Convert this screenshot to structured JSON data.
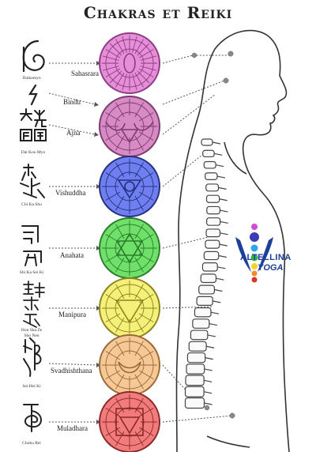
{
  "title": "Chakras et Reiki",
  "chakras": [
    {
      "name": "Sahasrara",
      "color": "#e58fd6",
      "ring": "#8e3a86"
    },
    {
      "name": "Bindu",
      "color": "#d88ac4",
      "ring": "#7c3b6f"
    },
    {
      "name": "Ajna",
      "color": "#d88ac4",
      "ring": "#7c3b6f"
    },
    {
      "name": "Vishuddha",
      "color": "#6f7ff0",
      "ring": "#24317f"
    },
    {
      "name": "Anahata",
      "color": "#6fe06a",
      "ring": "#2b7d2b"
    },
    {
      "name": "Manipura",
      "color": "#f5f07a",
      "ring": "#8b8420"
    },
    {
      "name": "Svadhishthana",
      "color": "#f6c896",
      "ring": "#9a6a35"
    },
    {
      "name": "Muladhara",
      "color": "#f27c7c",
      "ring": "#8a2a2a"
    }
  ],
  "symbols": {
    "s1": "Daikomyo",
    "s2": "Dai Koo Myo",
    "s3": "Chi Ka Shu",
    "s4": "Shi Ka Sei Ki",
    "s5a": "Hon Sha Ze",
    "s5b": "Sho Nen",
    "s6": "Sei Hei Ki",
    "s7": "Choku Rei"
  },
  "logo": {
    "line1": "ALTELLINA",
    "line2": "YOGA",
    "text_color": "#1d3f9a"
  }
}
